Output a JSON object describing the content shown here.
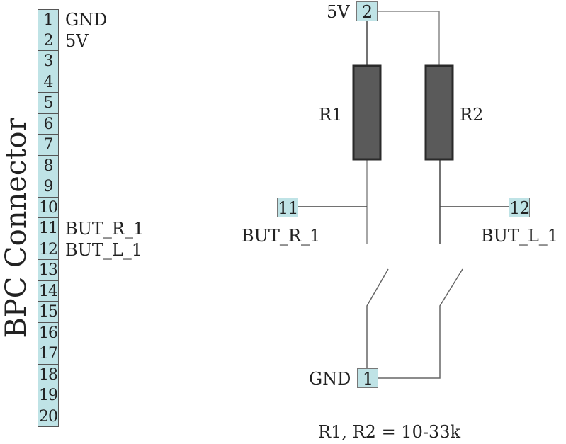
{
  "connector": {
    "title": "BPC Connector",
    "pins": [
      "1",
      "2",
      "3",
      "4",
      "5",
      "6",
      "7",
      "8",
      "9",
      "10",
      "11",
      "12",
      "13",
      "14",
      "15",
      "16",
      "17",
      "18",
      "19",
      "20"
    ],
    "labels": {
      "pin1": "GND",
      "pin2": "5V",
      "pin11": "BUT_R_1",
      "pin12": "BUT_L_1"
    }
  },
  "schematic": {
    "vcc": {
      "pin": "2",
      "label": "5V"
    },
    "gnd": {
      "pin": "1",
      "label": "GND"
    },
    "r1": {
      "label": "R1"
    },
    "r2": {
      "label": "R2"
    },
    "but_r": {
      "pin": "11",
      "label": "BUT_R_1"
    },
    "but_l": {
      "pin": "12",
      "label": "BUT_L_1"
    },
    "note": "R1, R2 = 10-33k"
  },
  "colors": {
    "pin_fill": "#bfe3e6",
    "resistor_fill": "#5a5a5a",
    "resistor_border": "#2a2a2a",
    "wire": "#444444"
  }
}
